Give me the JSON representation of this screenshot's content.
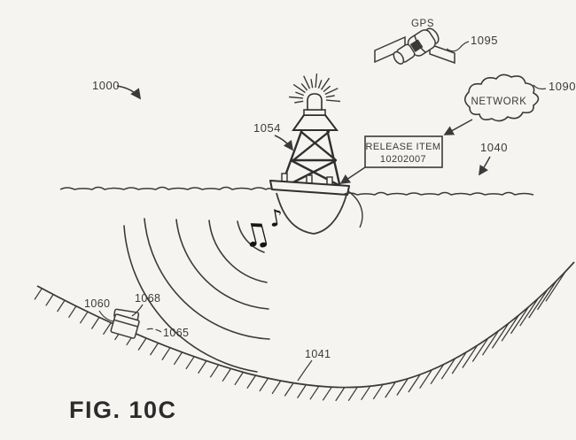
{
  "figure": {
    "title": "FIG. 10C",
    "labels": {
      "system_ref": "1000",
      "gps_caption": "GPS",
      "gps_ref": "1095",
      "network_caption": "NETWORK",
      "network_ref": "1090",
      "release_box_line1": "RELEASE ITEM",
      "release_box_line2": "10202007",
      "water_surface_ref": "1040",
      "buoy_ref": "1054",
      "anchor_ref": "1060",
      "anchor_lid_ref": "1068",
      "anchor_body_ref": "1065",
      "seafloor_ref": "1041"
    },
    "icons": {
      "beamed_music_notes": "♫",
      "single_music_note": "♪"
    },
    "colors": {
      "ink": "#3a3a3a",
      "background": "#f5f4f1",
      "note_ink": "#161616"
    }
  }
}
